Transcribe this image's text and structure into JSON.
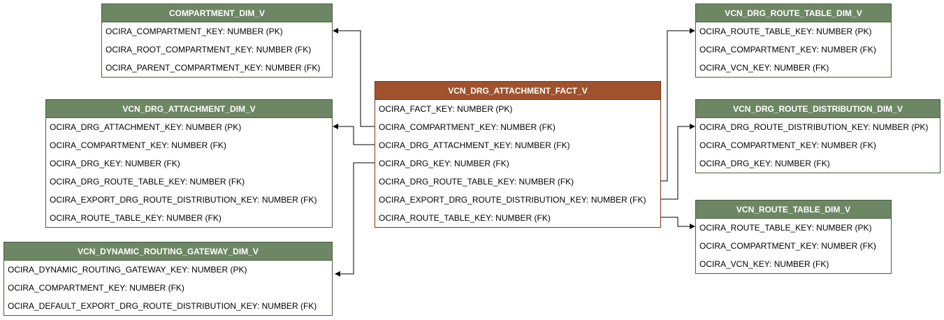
{
  "entities": {
    "compartment_dim": {
      "title": "COMPARTMENT_DIM_V",
      "fields": [
        "OCIRA_COMPARTMENT_KEY: NUMBER (PK)",
        "OCIRA_ROOT_COMPARTMENT_KEY: NUMBER (FK)",
        "OCIRA_PARENT_COMPARTMENT_KEY: NUMBER (FK)"
      ]
    },
    "vcn_drg_attachment_dim": {
      "title": "VCN_DRG_ATTACHMENT_DIM_V",
      "fields": [
        "OCIRA_DRG_ATTACHMENT_KEY: NUMBER (PK)",
        "OCIRA_COMPARTMENT_KEY: NUMBER (FK)",
        "OCIRA_DRG_KEY: NUMBER (FK)",
        "OCIRA_DRG_ROUTE_TABLE_KEY: NUMBER (FK)",
        "OCIRA_EXPORT_DRG_ROUTE_DISTRIBUTION_KEY: NUMBER (FK)",
        "OCIRA_ROUTE_TABLE_KEY: NUMBER (FK)"
      ]
    },
    "vcn_dynamic_routing_gateway_dim": {
      "title": "VCN_DYNAMIC_ROUTING_GATEWAY_DIM_V",
      "fields": [
        "OCIRA_DYNAMIC_ROUTING_GATEWAY_KEY: NUMBER (PK)",
        "OCIRA_COMPARTMENT_KEY: NUMBER (FK)",
        "OCIRA_DEFAULT_EXPORT_DRG_ROUTE_DISTRIBUTION_KEY: NUMBER (FK)"
      ]
    },
    "vcn_drg_attachment_fact": {
      "title": "VCN_DRG_ATTACHMENT_FACT_V",
      "fields": [
        "OCIRA_FACT_KEY: NUMBER (PK)",
        "OCIRA_COMPARTMENT_KEY: NUMBER (FK)",
        "OCIRA_DRG_ATTACHMENT_KEY: NUMBER (FK)",
        "OCIRA_DRG_KEY: NUMBER (FK)",
        "OCIRA_DRG_ROUTE_TABLE_KEY: NUMBER (FK)",
        "OCIRA_EXPORT_DRG_ROUTE_DISTRIBUTION_KEY: NUMBER (FK)",
        "OCIRA_ROUTE_TABLE_KEY: NUMBER (FK)"
      ]
    },
    "vcn_drg_route_table_dim": {
      "title": "VCN_DRG_ROUTE_TABLE_DIM_V",
      "fields": [
        "OCIRA_ROUTE_TABLE_KEY: NUMBER (PK)",
        "OCIRA_COMPARTMENT_KEY: NUMBER (FK)",
        "OCIRA_VCN_KEY: NUMBER (FK)"
      ]
    },
    "vcn_drg_route_distribution_dim": {
      "title": "VCN_DRG_ROUTE_DISTRIBUTION_DIM_V",
      "fields": [
        "OCIRA_DRG_ROUTE_DISTRIBUTION_KEY: NUMBER (PK)",
        "OCIRA_COMPARTMENT_KEY: NUMBER (FK)",
        "OCIRA_DRG_KEY: NUMBER (FK)"
      ]
    },
    "vcn_route_table_dim": {
      "title": "VCN_ROUTE_TABLE_DIM_V",
      "fields": [
        "OCIRA_ROUTE_TABLE_KEY: NUMBER (PK)",
        "OCIRA_COMPARTMENT_KEY: NUMBER (FK)",
        "OCIRA_VCN_KEY: NUMBER (FK)"
      ]
    }
  },
  "colors": {
    "dim_header": "#6d8764",
    "fact_header": "#a0522d",
    "connector": "#000000"
  }
}
